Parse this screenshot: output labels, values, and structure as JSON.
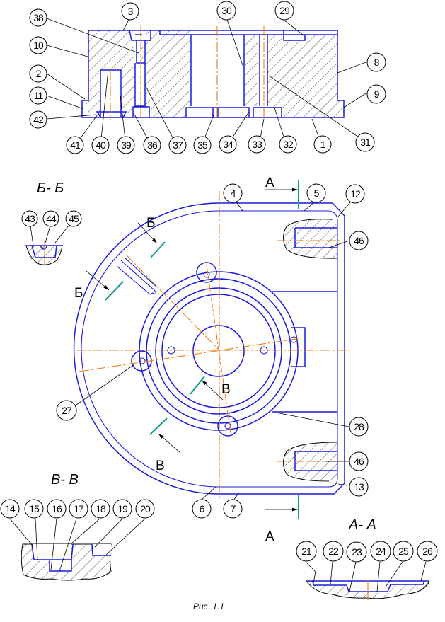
{
  "figure": {
    "caption": "Рис. 1.1",
    "colors": {
      "contour": "#1a1adc",
      "axis": "#f07d1a",
      "cut_line": "#109a8e",
      "leader": "#000000"
    }
  },
  "main_section": {
    "callouts": [
      "3",
      "38",
      "10",
      "2",
      "11",
      "42",
      "41",
      "40",
      "39",
      "36",
      "37",
      "35",
      "34",
      "33",
      "32",
      "1",
      "31",
      "30",
      "29",
      "8",
      "9"
    ]
  },
  "plan_view": {
    "callouts": [
      "4",
      "5",
      "12",
      "46",
      "27",
      "28",
      "46",
      "13",
      "6",
      "7"
    ],
    "cut_labels": {
      "a_top": "А",
      "a_bottom": "А",
      "b_top": "Б",
      "b_left": "Б",
      "v_inner": "В",
      "v_outer": "В"
    }
  },
  "section_bb": {
    "title": "Б- Б",
    "callouts": [
      "43",
      "44",
      "45"
    ]
  },
  "section_vv": {
    "title": "В- В",
    "callouts": [
      "14",
      "15",
      "16",
      "17",
      "18",
      "19",
      "20"
    ]
  },
  "section_aa": {
    "title": "А- А",
    "callouts": [
      "21",
      "22",
      "23",
      "24",
      "25",
      "26"
    ]
  }
}
